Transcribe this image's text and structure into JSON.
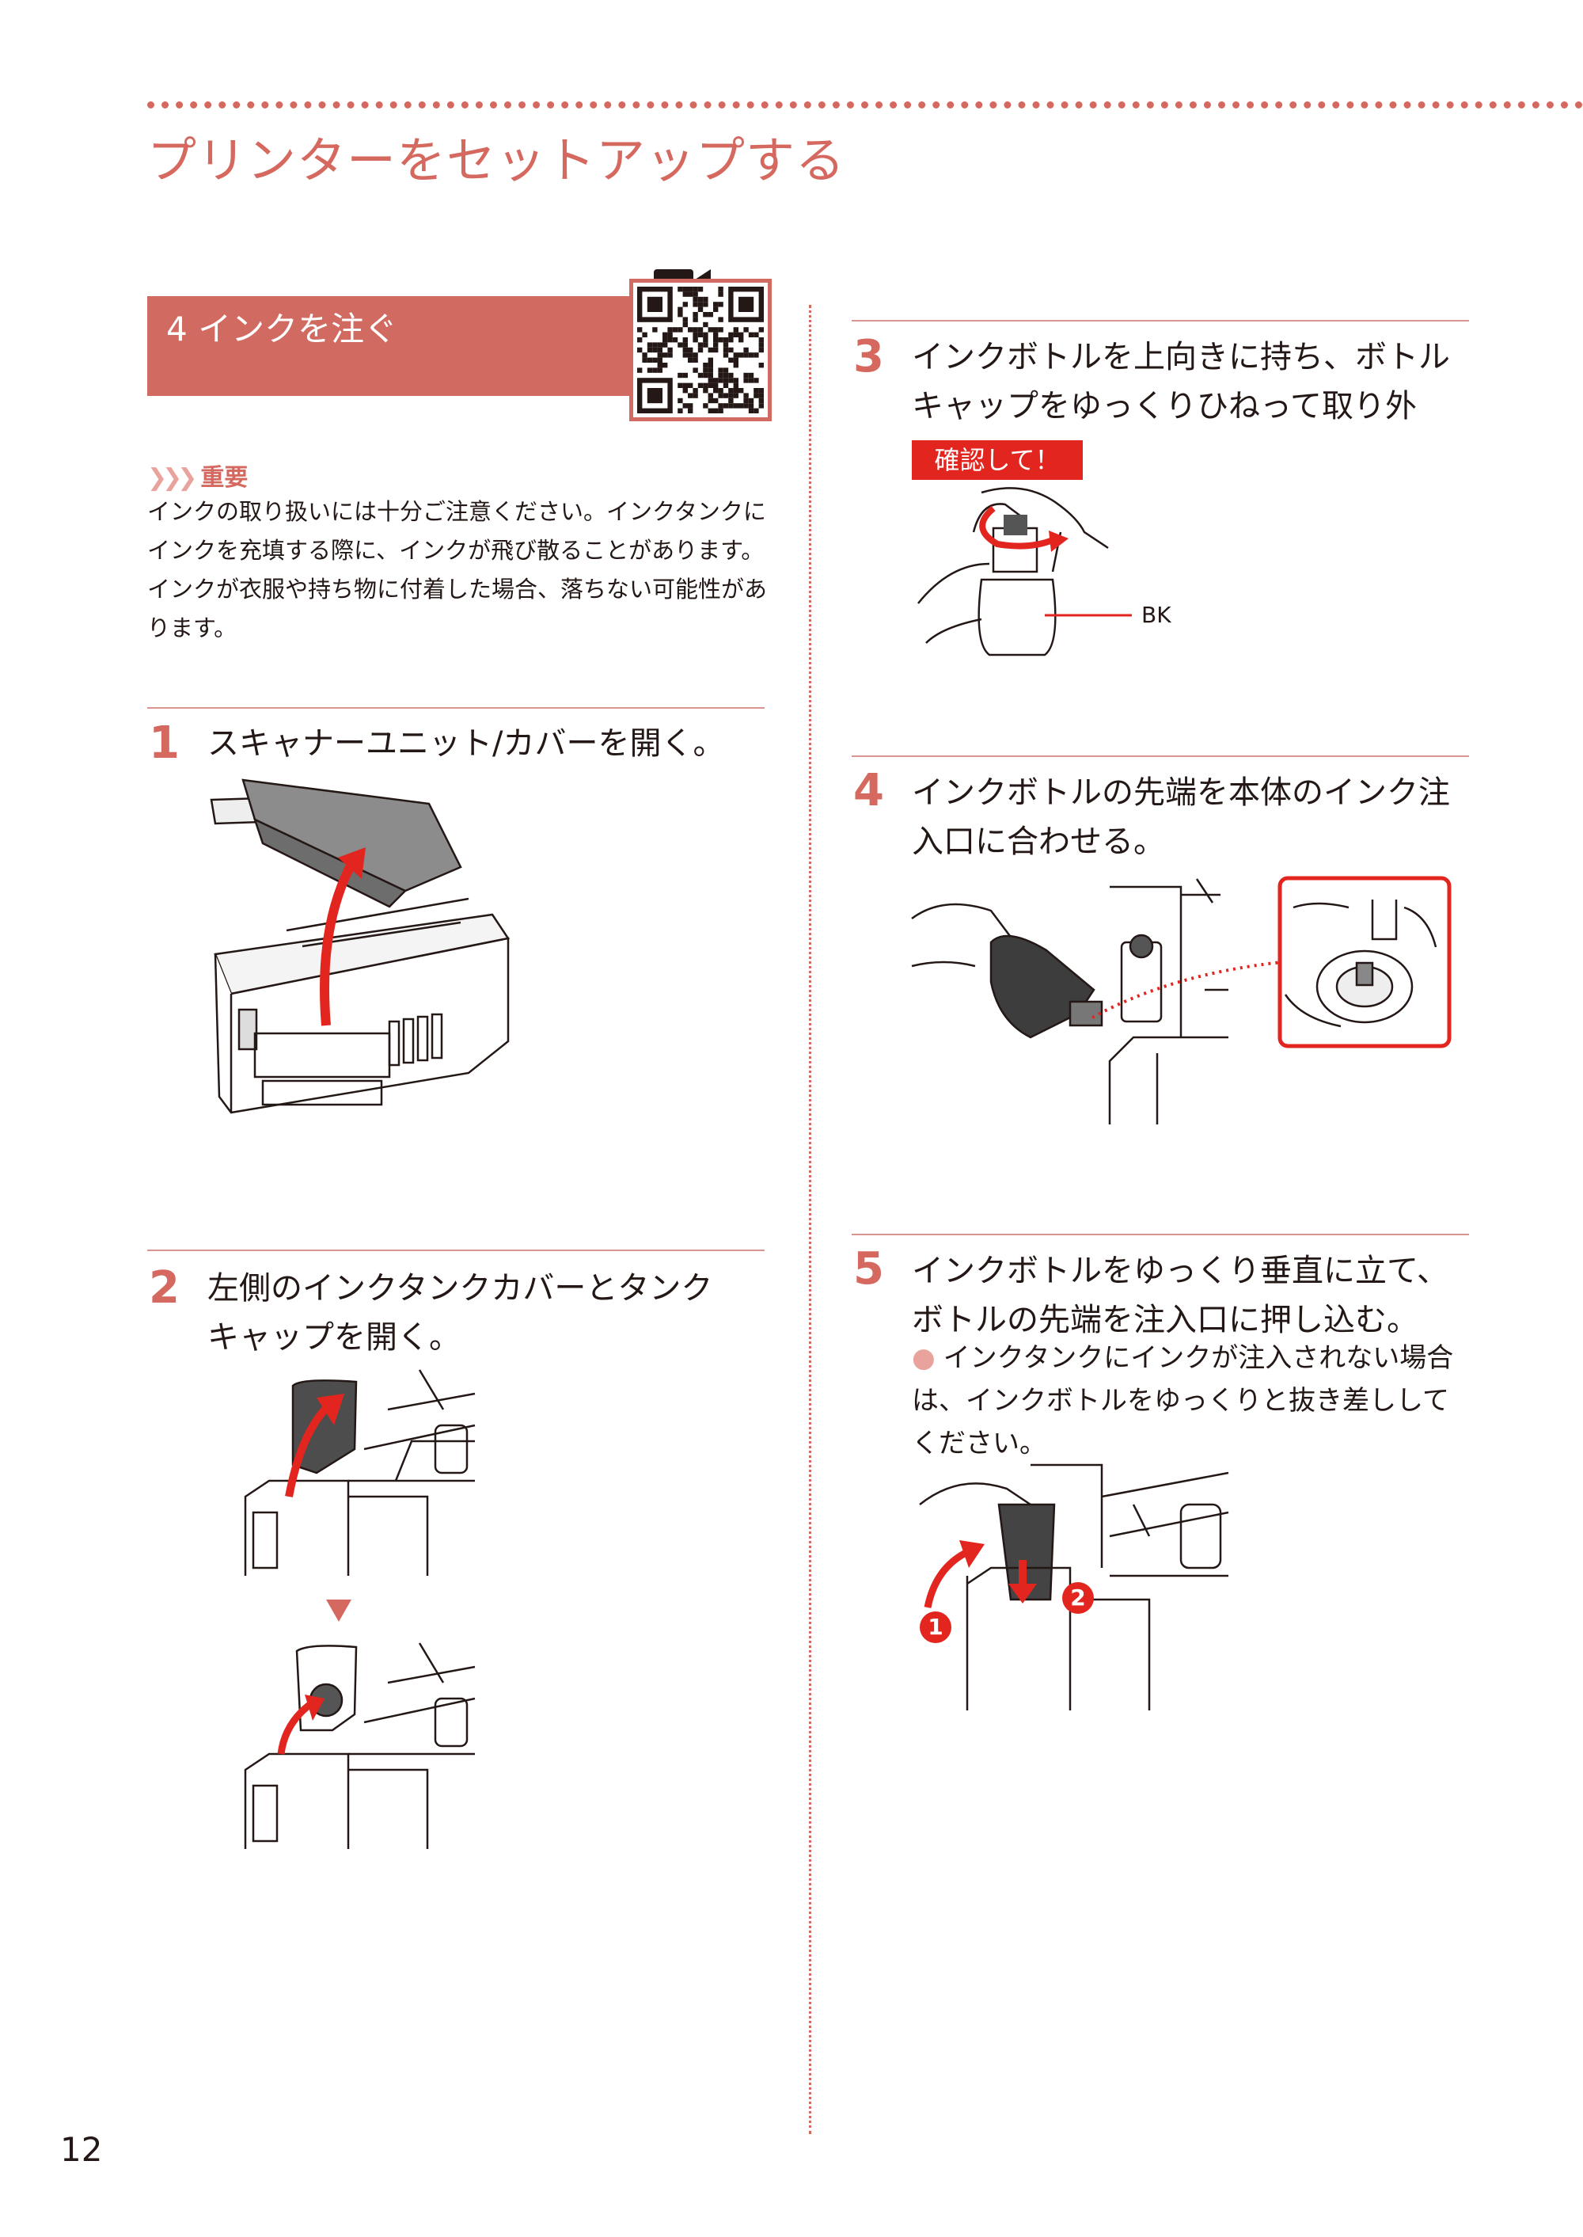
{
  "header": {
    "title": "プリンターをセットアップする"
  },
  "section": {
    "title": "4 インクを注ぐ",
    "video_icon": "video-camera-icon",
    "qr_icon": "qr-code-icon"
  },
  "important": {
    "label": "重要",
    "text": "インクの取り扱いには十分ご注意ください。インクタンクにインクを充填する際に、インクが飛び散ることがあります。インクが衣服や持ち物に付着した場合、落ちない可能性があります。"
  },
  "steps": [
    {
      "num": "1",
      "text": "スキャナーユニット/カバーを開く。"
    },
    {
      "num": "2",
      "text": "左側のインクタンクカバーとタンクキャップを開く。"
    },
    {
      "num": "3",
      "text": "インクボトルを上向きに持ち、ボトルキャップをゆっくりひねって取り外す。",
      "badge": "確認して！",
      "label": "BK"
    },
    {
      "num": "4",
      "text": "インクボトルの先端を本体のインク注入口に合わせる。"
    },
    {
      "num": "5",
      "text": "インクボトルをゆっくり垂直に立て、ボトルの先端を注入口に押し込む。",
      "note": "インクタンクにインクが注入されない場合は、インクボトルをゆっくりと抜き差ししてください。",
      "marker1": "1",
      "marker2": "2"
    }
  ],
  "colors": {
    "accent": "#d5685f",
    "band": "#d16a60",
    "arrow": "#e3251f"
  },
  "footer": {
    "page_number": "12"
  }
}
